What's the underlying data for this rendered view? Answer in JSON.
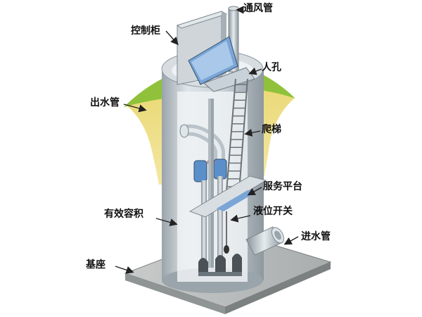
{
  "labels": {
    "vent_pipe": "通风管",
    "control_cabinet": "控制柜",
    "manhole": "人孔",
    "outlet_pipe": "出水管",
    "ladder": "爬梯",
    "service_platform": "服务平台",
    "level_switch": "液位开关",
    "effective_volume": "有效容积",
    "inlet_pipe": "进水管",
    "base": "基座"
  },
  "colors": {
    "tank_body": "#c9d2d8",
    "tank_shadow": "#9aa4ab",
    "soil": "#e8cf5a",
    "grass": "#8fc23a",
    "pipe_blue": "#5b8fc9",
    "base_concrete": "#b8bcbc",
    "arrow": "#222222"
  }
}
